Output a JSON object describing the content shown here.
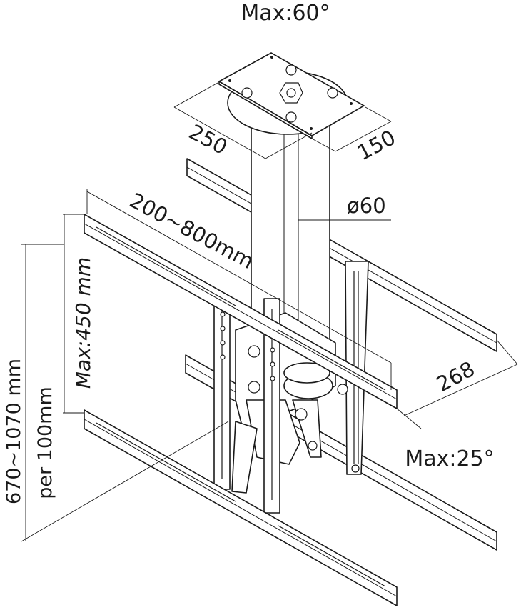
{
  "labels": {
    "tilt_top": "Max:60°",
    "width_250": "250",
    "depth_150": "150",
    "diameter": "ø60",
    "vesa_width": "200~800mm",
    "vesa_height": "Max:450 mm",
    "drop_range": "670~1070 mm",
    "drop_step": "per 100mm",
    "spacing_268": "268",
    "tilt_bottom": "Max:25°"
  },
  "colors": {
    "line": "#1a1a1a",
    "background": "#ffffff"
  }
}
